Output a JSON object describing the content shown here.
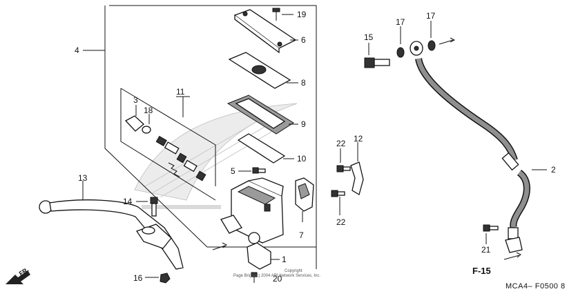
{
  "callouts": [
    {
      "id": "c1",
      "text": "1"
    },
    {
      "id": "c2",
      "text": "2"
    },
    {
      "id": "c3",
      "text": "3"
    },
    {
      "id": "c4",
      "text": "4"
    },
    {
      "id": "c5",
      "text": "5"
    },
    {
      "id": "c6",
      "text": "6"
    },
    {
      "id": "c7",
      "text": "7"
    },
    {
      "id": "c8",
      "text": "8"
    },
    {
      "id": "c9",
      "text": "9"
    },
    {
      "id": "c10",
      "text": "10"
    },
    {
      "id": "c11",
      "text": "11"
    },
    {
      "id": "c12",
      "text": "12"
    },
    {
      "id": "c13",
      "text": "13"
    },
    {
      "id": "c14",
      "text": "14"
    },
    {
      "id": "c15",
      "text": "15"
    },
    {
      "id": "c16",
      "text": "16"
    },
    {
      "id": "c17a",
      "text": "17"
    },
    {
      "id": "c17b",
      "text": "17"
    },
    {
      "id": "c18",
      "text": "18"
    },
    {
      "id": "c19",
      "text": "19"
    },
    {
      "id": "c20",
      "text": "20"
    },
    {
      "id": "c21",
      "text": "21"
    },
    {
      "id": "c22a",
      "text": "22"
    },
    {
      "id": "c22b",
      "text": "22"
    }
  ],
  "labels": {
    "section_ref": "F-15",
    "diagram_code": "MCA4– F0500 8",
    "front_marker": "FR.",
    "copyright_line1": "Copyright",
    "copyright_line2": "Page Bright(c) 2004 ARI Network Services, Inc."
  },
  "colors": {
    "line": "#111111",
    "watermark": "#c8c8c8",
    "hose": "#555555"
  }
}
